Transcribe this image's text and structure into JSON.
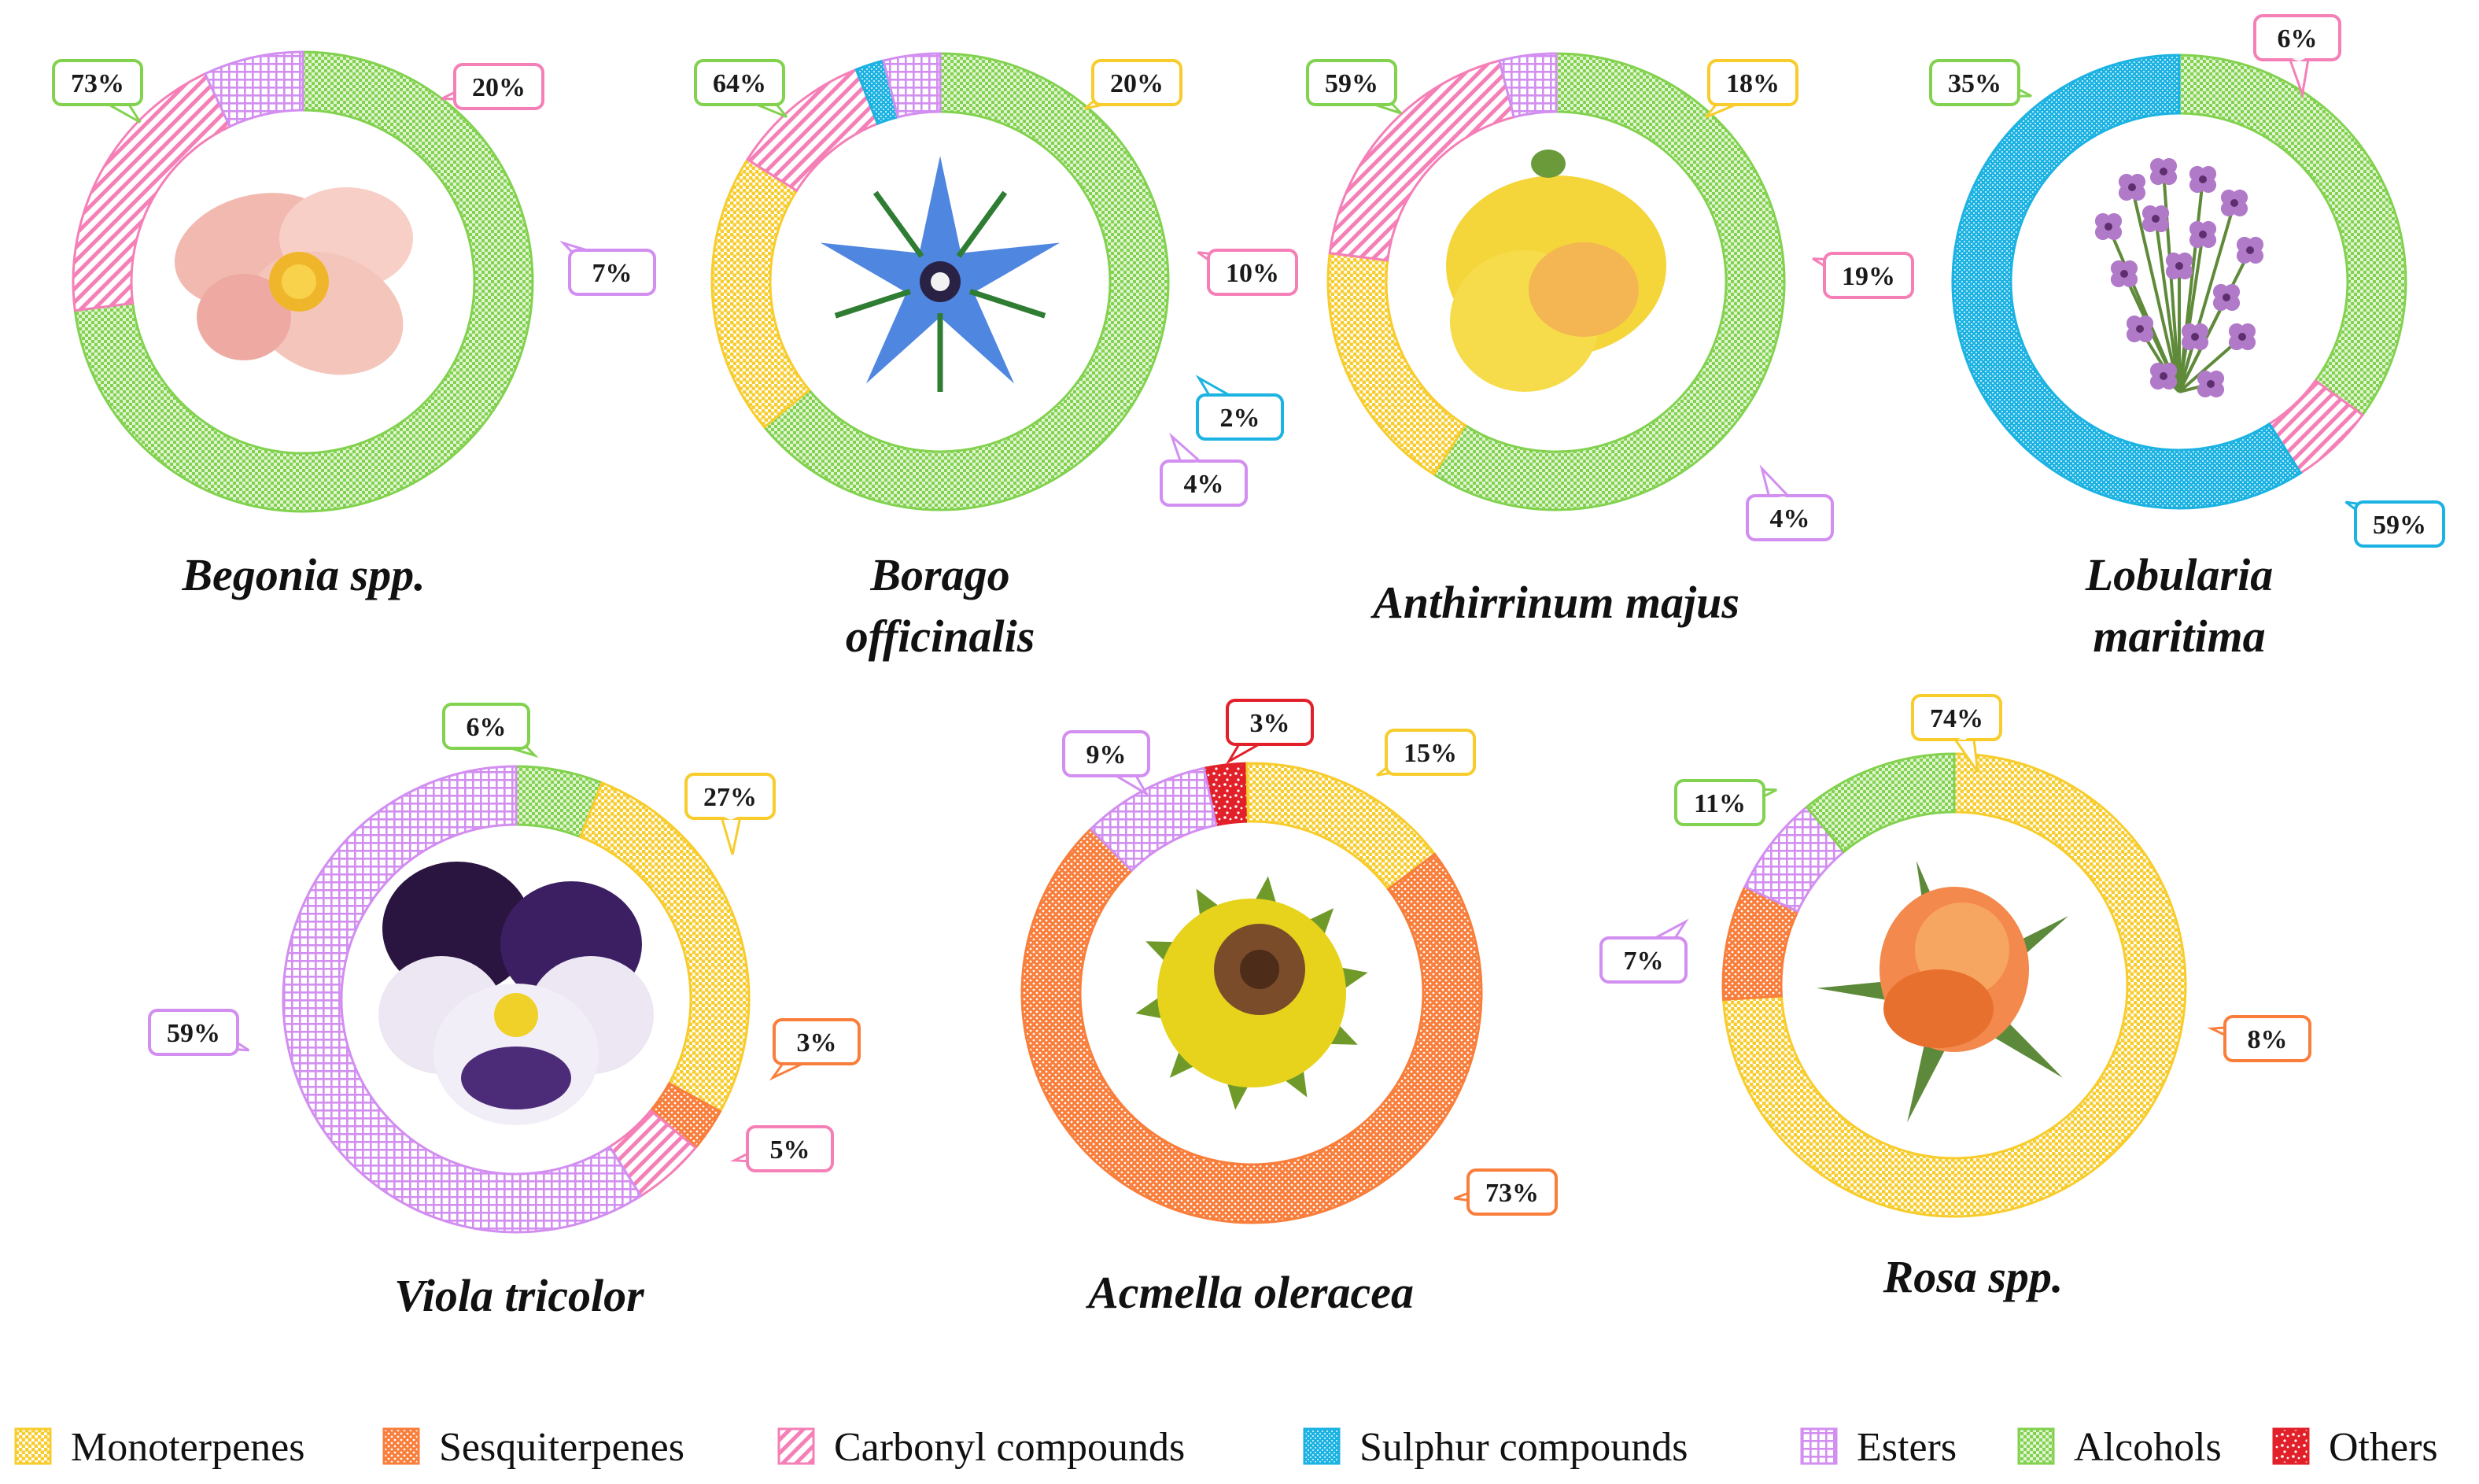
{
  "categories": [
    "Monoterpenes",
    "Sesquiterpenes",
    "Carbonyl compounds",
    "Sulphur compounds",
    "Esters",
    "Alcohols",
    "Others"
  ],
  "colors": {
    "Monoterpenes": "#f7cc2c",
    "Sesquiterpenes": "#f97e3b",
    "Carbonyl compounds": "#f57fb7",
    "Sulphur compounds": "#1cb3e3",
    "Esters": "#d28ef0",
    "Alcohols": "#82d24f",
    "Others": "#e2202a"
  },
  "patterns": {
    "Monoterpenes": "dots",
    "Sesquiterpenes": "dots",
    "Carbonyl compounds": "diag",
    "Sulphur compounds": "dense",
    "Esters": "grid",
    "Alcohols": "checker",
    "Others": "speckle"
  },
  "chart_data": [
    {
      "type": "pie",
      "name_lines": [
        "Begonia spp."
      ],
      "image": "pink-begonia-flower",
      "slices": [
        {
          "category": "Alcohols",
          "value": 73,
          "label": "73%"
        },
        {
          "category": "Carbonyl compounds",
          "value": 20,
          "label": "20%"
        },
        {
          "category": "Esters",
          "value": 7,
          "label": "7%"
        }
      ]
    },
    {
      "type": "pie",
      "name_lines": [
        "Borago",
        "officinalis"
      ],
      "image": "blue-star-borage-flower",
      "slices": [
        {
          "category": "Alcohols",
          "value": 64,
          "label": "64%"
        },
        {
          "category": "Monoterpenes",
          "value": 20,
          "label": "20%"
        },
        {
          "category": "Carbonyl compounds",
          "value": 10,
          "label": "10%"
        },
        {
          "category": "Sulphur compounds",
          "value": 2,
          "label": "2%"
        },
        {
          "category": "Esters",
          "value": 4,
          "label": "4%"
        }
      ]
    },
    {
      "type": "pie",
      "name_lines": [
        "Anthirrinum majus"
      ],
      "image": "yellow-snapdragon-flower",
      "slices": [
        {
          "category": "Alcohols",
          "value": 59,
          "label": "59%"
        },
        {
          "category": "Monoterpenes",
          "value": 18,
          "label": "18%"
        },
        {
          "category": "Carbonyl compounds",
          "value": 19,
          "label": "19%"
        },
        {
          "category": "Esters",
          "value": 4,
          "label": "4%"
        }
      ]
    },
    {
      "type": "pie",
      "name_lines": [
        "Lobularia",
        "maritima"
      ],
      "image": "purple-alyssum-flower",
      "slices": [
        {
          "category": "Alcohols",
          "value": 35,
          "label": "35%"
        },
        {
          "category": "Carbonyl compounds",
          "value": 6,
          "label": "6%"
        },
        {
          "category": "Sulphur compounds",
          "value": 59,
          "label": "59%"
        }
      ]
    },
    {
      "type": "pie",
      "name_lines": [
        "Viola tricolor"
      ],
      "image": "purple-pansy-flower",
      "slices": [
        {
          "category": "Alcohols",
          "value": 6,
          "label": "6%"
        },
        {
          "category": "Monoterpenes",
          "value": 27,
          "label": "27%"
        },
        {
          "category": "Sesquiterpenes",
          "value": 3,
          "label": "3%"
        },
        {
          "category": "Carbonyl compounds",
          "value": 5,
          "label": "5%"
        },
        {
          "category": "Esters",
          "value": 59,
          "label": "59%"
        }
      ]
    },
    {
      "type": "pie",
      "name_lines": [
        "Acmella oleracea"
      ],
      "image": "yellow-buttonflower",
      "slices": [
        {
          "category": "Others",
          "value": 3,
          "label": "3%"
        },
        {
          "category": "Monoterpenes",
          "value": 15,
          "label": "15%"
        },
        {
          "category": "Sesquiterpenes",
          "value": 73,
          "label": "73%"
        },
        {
          "category": "Esters",
          "value": 9,
          "label": "9%"
        }
      ]
    },
    {
      "type": "pie",
      "name_lines": [
        "Rosa spp."
      ],
      "image": "orange-rose-bud",
      "slices": [
        {
          "category": "Monoterpenes",
          "value": 74,
          "label": "74%"
        },
        {
          "category": "Sesquiterpenes",
          "value": 8,
          "label": "8%"
        },
        {
          "category": "Esters",
          "value": 7,
          "label": "7%"
        },
        {
          "category": "Alcohols",
          "value": 11,
          "label": "11%"
        }
      ]
    }
  ],
  "legend": [
    {
      "category": "Monoterpenes",
      "label": "Monoterpenes"
    },
    {
      "category": "Sesquiterpenes",
      "label": "Sesquiterpenes"
    },
    {
      "category": "Carbonyl compounds",
      "label": "Carbonyl compounds"
    },
    {
      "category": "Sulphur compounds",
      "label": "Sulphur compounds"
    },
    {
      "category": "Esters",
      "label": "Esters"
    },
    {
      "category": "Alcohols",
      "label": "Alcohols"
    },
    {
      "category": "Others",
      "label": "Others"
    }
  ]
}
